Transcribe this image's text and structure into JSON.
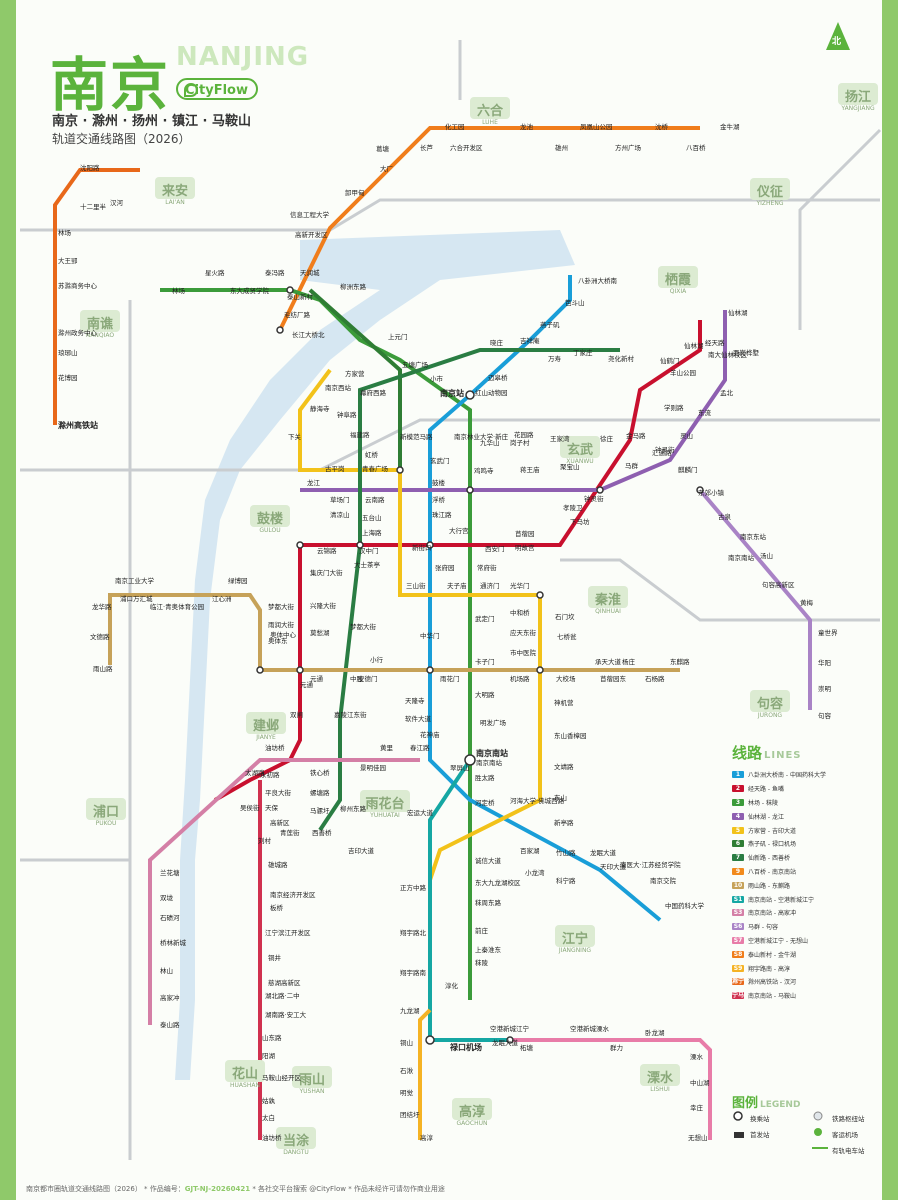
{
  "header": {
    "title_cn": "南京",
    "title_en": "NANJING",
    "brand": "CityFlow",
    "subtitle": "南京 · 滁州 · 扬州 · 镇江 · 马鞍山",
    "subtitle2": "轨道交通线路图（2026）",
    "compass_label": "北"
  },
  "colors": {
    "line1": "#199ed8",
    "line2": "#c8102e",
    "line3": "#3b9b3a",
    "line4": "#8e5fb0",
    "line5": "#f2c21a",
    "line6": "#2f7d34",
    "line7": "#2a7d43",
    "line9": "#f28a1c",
    "line10": "#c6a259",
    "lineS1": "#15a7a3",
    "lineS3": "#d47fa6",
    "lineS6": "#a983c6",
    "lineS8": "#f07d1b",
    "lineS9": "#f5b324",
    "lineChuzhou": "#e8681a",
    "rail": "#c9cdd0",
    "accent": "#5bb33c",
    "water": "#d6e7f2"
  },
  "districts": [
    {
      "name": "六合",
      "sub": "LUHE"
    },
    {
      "name": "来安",
      "sub": "LAI'AN"
    },
    {
      "name": "仪征",
      "sub": "YIZHENG"
    },
    {
      "name": "栖霞",
      "sub": "QIXIA"
    },
    {
      "name": "南谯",
      "sub": "NANQIAO"
    },
    {
      "name": "玄武",
      "sub": "XUANWU"
    },
    {
      "name": "鼓楼",
      "sub": "GULOU"
    },
    {
      "name": "秦淮",
      "sub": "QINHUAI"
    },
    {
      "name": "建邺",
      "sub": "JIANYE"
    },
    {
      "name": "浦口",
      "sub": "PUKOU"
    },
    {
      "name": "雨花台",
      "sub": "YUHUATAI"
    },
    {
      "name": "句容",
      "sub": "JURONG"
    },
    {
      "name": "江宁",
      "sub": "JIANGNING"
    },
    {
      "name": "花山",
      "sub": "HUASHAN"
    },
    {
      "name": "雨山",
      "sub": "YUSHAN"
    },
    {
      "name": "当涂",
      "sub": "DANGTU"
    },
    {
      "name": "高淳",
      "sub": "GAOCHUN"
    },
    {
      "name": "溧水",
      "sub": "LISHUI"
    },
    {
      "name": "扬江",
      "sub": "YANGJIANG"
    }
  ],
  "stations": [
    {
      "name": "南京站",
      "big": true
    },
    {
      "name": "南京南站",
      "big": true
    },
    {
      "name": "禄口机场",
      "big": true
    },
    {
      "name": "滁州高铁站",
      "big": true
    },
    {
      "name": "沈阳路"
    },
    {
      "name": "十二里半"
    },
    {
      "name": "汉河"
    },
    {
      "name": "林场"
    },
    {
      "name": "大王郢"
    },
    {
      "name": "苏滁商务中心"
    },
    {
      "name": "滁州政务中心"
    },
    {
      "name": "琅琊山"
    },
    {
      "name": "花博园"
    },
    {
      "name": "化工园"
    },
    {
      "name": "龙池"
    },
    {
      "name": "凤凰山公园"
    },
    {
      "name": "沈桥"
    },
    {
      "name": "金牛湖"
    },
    {
      "name": "雄州"
    },
    {
      "name": "八百桥"
    },
    {
      "name": "方州广场"
    },
    {
      "name": "葛塘"
    },
    {
      "name": "长芦"
    },
    {
      "name": "六合开发区"
    },
    {
      "name": "大厂"
    },
    {
      "name": "卸甲甸"
    },
    {
      "name": "信息工程大学"
    },
    {
      "name": "高新开发区"
    },
    {
      "name": "泰冯路"
    },
    {
      "name": "泰山新村"
    },
    {
      "name": "天润城"
    },
    {
      "name": "柳洲东路"
    },
    {
      "name": "星火路"
    },
    {
      "name": "东大成贤学院"
    },
    {
      "name": "林场"
    },
    {
      "name": "毛纺厂路"
    },
    {
      "name": "长江大桥北"
    },
    {
      "name": "上元门"
    },
    {
      "name": "五塘广场"
    },
    {
      "name": "小市"
    },
    {
      "name": "幕府西路"
    },
    {
      "name": "方家营"
    },
    {
      "name": "南京西站"
    },
    {
      "name": "静海寺"
    },
    {
      "name": "下关"
    },
    {
      "name": "钟阜路"
    },
    {
      "name": "福建路"
    },
    {
      "name": "红山动物园"
    },
    {
      "name": "迈皋桥"
    },
    {
      "name": "晓庄"
    },
    {
      "name": "吉祥庵"
    },
    {
      "name": "丁家庄"
    },
    {
      "name": "燕子矶"
    },
    {
      "name": "八卦洲大桥南"
    },
    {
      "name": "笆斗山"
    },
    {
      "name": "万寿"
    },
    {
      "name": "尧化新村"
    },
    {
      "name": "仙鹤门"
    },
    {
      "name": "仙林湖"
    },
    {
      "name": "经天路"
    },
    {
      "name": "南大仙林校区"
    },
    {
      "name": "羊山公园"
    },
    {
      "name": "学则路"
    },
    {
      "name": "马群"
    },
    {
      "name": "金马路"
    },
    {
      "name": "钟灵街"
    },
    {
      "name": "灵山"
    },
    {
      "name": "东流"
    },
    {
      "name": "孟北"
    },
    {
      "name": "西岗桦墅"
    },
    {
      "name": "仙林湖"
    },
    {
      "name": "汇通路"
    },
    {
      "name": "麒麟门"
    },
    {
      "name": "东郊小镇"
    },
    {
      "name": "古泉"
    },
    {
      "name": "南京东站"
    },
    {
      "name": "南京南站"
    },
    {
      "name": "汤山"
    },
    {
      "name": "句容高新区"
    },
    {
      "name": "黄梅"
    },
    {
      "name": "童世界"
    },
    {
      "name": "华阳"
    },
    {
      "name": "崇明"
    },
    {
      "name": "句容"
    },
    {
      "name": "新模范马路"
    },
    {
      "name": "南京林业大学·新庄"
    },
    {
      "name": "玄武门"
    },
    {
      "name": "鼓楼"
    },
    {
      "name": "鸡鸣寺"
    },
    {
      "name": "九华山"
    },
    {
      "name": "岗子村"
    },
    {
      "name": "蒋王庙"
    },
    {
      "name": "王家湾"
    },
    {
      "name": "聚宝山"
    },
    {
      "name": "徐庄"
    },
    {
      "name": "花园路"
    },
    {
      "name": "苜蓿园"
    },
    {
      "name": "下马坊"
    },
    {
      "name": "孝陵卫"
    },
    {
      "name": "钟灵街"
    },
    {
      "name": "龙江"
    },
    {
      "name": "草场门"
    },
    {
      "name": "云南路"
    },
    {
      "name": "浮桥"
    },
    {
      "name": "大行宫"
    },
    {
      "name": "西安门"
    },
    {
      "name": "明故宫"
    },
    {
      "name": "虹桥"
    },
    {
      "name": "古平岗"
    },
    {
      "name": "青春广场"
    },
    {
      "name": "清凉山"
    },
    {
      "name": "五台山"
    },
    {
      "name": "上海路"
    },
    {
      "name": "珠江路"
    },
    {
      "name": "新街口"
    },
    {
      "name": "张府园"
    },
    {
      "name": "三山街"
    },
    {
      "name": "夫子庙"
    },
    {
      "name": "常府街"
    },
    {
      "name": "通济门"
    },
    {
      "name": "光华门"
    },
    {
      "name": "云锦路"
    },
    {
      "name": "汉中门"
    },
    {
      "name": "大士茶亭"
    },
    {
      "name": "集庆门大街"
    },
    {
      "name": "兴隆大街"
    },
    {
      "name": "莫愁湖"
    },
    {
      "name": "梦都大街"
    },
    {
      "name": "奥体中心"
    },
    {
      "name": "元通"
    },
    {
      "name": "中胜"
    },
    {
      "name": "小行"
    },
    {
      "name": "安德门"
    },
    {
      "name": "天隆寺"
    },
    {
      "name": "软件大道"
    },
    {
      "name": "花神庙"
    },
    {
      "name": "雨花门"
    },
    {
      "name": "卡子门"
    },
    {
      "name": "大明路"
    },
    {
      "name": "明发广场"
    },
    {
      "name": "中华门"
    },
    {
      "name": "武定门"
    },
    {
      "name": "中和桥"
    },
    {
      "name": "石门坎"
    },
    {
      "name": "应天东街"
    },
    {
      "name": "七桥瓮"
    },
    {
      "name": "市中医院"
    },
    {
      "name": "机场路"
    },
    {
      "name": "大校场"
    },
    {
      "name": "承天大道"
    },
    {
      "name": "杨庄"
    },
    {
      "name": "苜蓿园东"
    },
    {
      "name": "石杨路"
    },
    {
      "name": "东麒路"
    },
    {
      "name": "神机营"
    },
    {
      "name": "东山香樟园"
    },
    {
      "name": "文靖路"
    },
    {
      "name": "东山"
    },
    {
      "name": "新亭路"
    },
    {
      "name": "竹山路"
    },
    {
      "name": "小龙湾"
    },
    {
      "name": "百家湖"
    },
    {
      "name": "科宁路"
    },
    {
      "name": "天印大道"
    },
    {
      "name": "龙眠大道"
    },
    {
      "name": "南医大·江苏经贸学院"
    },
    {
      "name": "南京交院"
    },
    {
      "name": "中国药科大学"
    },
    {
      "name": "南京工业大学"
    },
    {
      "name": "龙华路"
    },
    {
      "name": "浦口万汇城"
    },
    {
      "name": "临江·青奥体育公园"
    },
    {
      "name": "绿博园"
    },
    {
      "name": "文德路"
    },
    {
      "name": "雨山路"
    },
    {
      "name": "江心洲"
    },
    {
      "name": "梦都大街"
    },
    {
      "name": "雨润大街"
    },
    {
      "name": "元通"
    },
    {
      "name": "奥体东"
    },
    {
      "name": "嘉陵江东街"
    },
    {
      "name": "双闸"
    },
    {
      "name": "黄里"
    },
    {
      "name": "铁心桥"
    },
    {
      "name": "春江路"
    },
    {
      "name": "景明佳园"
    },
    {
      "name": "翠屏山"
    },
    {
      "name": "宏运大道"
    },
    {
      "name": "胜太路"
    },
    {
      "name": "河定桥"
    },
    {
      "name": "河海大学·佛城西路"
    },
    {
      "name": "吉印大道"
    },
    {
      "name": "正方中路"
    },
    {
      "name": "翔宇路北"
    },
    {
      "name": "翔宇路南"
    },
    {
      "name": "九龙湖"
    },
    {
      "name": "诚信大道"
    },
    {
      "name": "东大九龙湖校区"
    },
    {
      "name": "秣周东路"
    },
    {
      "name": "前庄"
    },
    {
      "name": "上秦淮东"
    },
    {
      "name": "秣陵"
    },
    {
      "name": "淳化"
    },
    {
      "name": "柘塘"
    },
    {
      "name": "空港新城江宁"
    },
    {
      "name": "空港新城溧水"
    },
    {
      "name": "群力"
    },
    {
      "name": "卧龙湖"
    },
    {
      "name": "溧水"
    },
    {
      "name": "中山湖"
    },
    {
      "name": "幸庄"
    },
    {
      "name": "无想山"
    },
    {
      "name": "铜山"
    },
    {
      "name": "石湫"
    },
    {
      "name": "明觉"
    },
    {
      "name": "团结圩"
    },
    {
      "name": "高淳"
    },
    {
      "name": "南京南站"
    },
    {
      "name": "油坊桥"
    },
    {
      "name": "永初路"
    },
    {
      "name": "平良大街"
    },
    {
      "name": "吴侯街"
    },
    {
      "name": "天保"
    },
    {
      "name": "高新区"
    },
    {
      "name": "青莲街"
    },
    {
      "name": "柳州东路"
    },
    {
      "name": "刘村"
    },
    {
      "name": "西善桥"
    },
    {
      "name": "雄城路"
    },
    {
      "name": "南京经济开发区"
    },
    {
      "name": "板桥"
    },
    {
      "name": "江宁滨江开发区"
    },
    {
      "name": "铜井"
    },
    {
      "name": "慈湖高新区"
    },
    {
      "name": "湖北路·二中"
    },
    {
      "name": "湖南路·安工大"
    },
    {
      "name": "山东路"
    },
    {
      "name": "阳湖"
    },
    {
      "name": "马鞍山经开区"
    },
    {
      "name": "姑孰"
    },
    {
      "name": "太白"
    },
    {
      "name": "油坊桥"
    },
    {
      "name": "太湖路"
    },
    {
      "name": "螺塘路"
    },
    {
      "name": "马骡圩"
    },
    {
      "name": "兰花塘"
    },
    {
      "name": "双垅"
    },
    {
      "name": "石碛河"
    },
    {
      "name": "桥林新城"
    },
    {
      "name": "林山"
    },
    {
      "name": "高家冲"
    },
    {
      "name": "泰山路"
    },
    {
      "name": "龙眠大道"
    }
  ],
  "legend": {
    "title": "线路",
    "title_en": "LINES",
    "items": [
      {
        "code": "1",
        "color": "#199ed8",
        "text": "八卦洲大桥南 - 中国药科大学"
      },
      {
        "code": "2",
        "color": "#c8102e",
        "text": "经天路 - 鱼嘴"
      },
      {
        "code": "3",
        "color": "#3b9b3a",
        "text": "林场 - 秣陵"
      },
      {
        "code": "4",
        "color": "#8e5fb0",
        "text": "仙林湖 - 龙江"
      },
      {
        "code": "5",
        "color": "#f2c21a",
        "text": "方家营 - 吉印大道"
      },
      {
        "code": "6",
        "color": "#2f7d34",
        "text": "燕子矶 - 禄口机场"
      },
      {
        "code": "7",
        "color": "#2a7d43",
        "text": "仙新路 - 西善桥"
      },
      {
        "code": "9",
        "color": "#f28a1c",
        "text": "八百桥 - 南京南站"
      },
      {
        "code": "10",
        "color": "#c6a259",
        "text": "雨山路 - 东麒路"
      },
      {
        "code": "S1",
        "color": "#15a7a3",
        "text": "南京南站 - 空港新城江宁"
      },
      {
        "code": "S3",
        "color": "#d47fa6",
        "text": "南京南站 - 高家冲"
      },
      {
        "code": "S6",
        "color": "#a983c6",
        "text": "马群 - 句容"
      },
      {
        "code": "S7",
        "color": "#e87ca8",
        "text": "空港新城江宁 - 无想山"
      },
      {
        "code": "S8",
        "color": "#f07d1b",
        "text": "泰山新村 - 金牛湖"
      },
      {
        "code": "S9",
        "color": "#f5b324",
        "text": "翔宇路南 - 高淳"
      },
      {
        "code": "滁宁",
        "color": "#e8681a",
        "text": "滁州高铁站 - 汊河"
      },
      {
        "code": "宁马",
        "color": "#d0314f",
        "text": "南京南站 - 马鞍山"
      }
    ]
  },
  "symbols": {
    "title": "图例",
    "title_en": "LEGEND",
    "interchange": "换乘站",
    "terminal": "首发站",
    "rail": "铁路枢纽站",
    "airport": "客运机场",
    "tram": "有轨电车站"
  },
  "footer": {
    "text": "南京都市圈轨道交通线路图（2026）  *  作品编号：",
    "code": "GJT-NJ-20260421",
    "text2": "  *  各社交平台搜索 @CityFlow  *  作品未经许可请勿作商业用途"
  }
}
